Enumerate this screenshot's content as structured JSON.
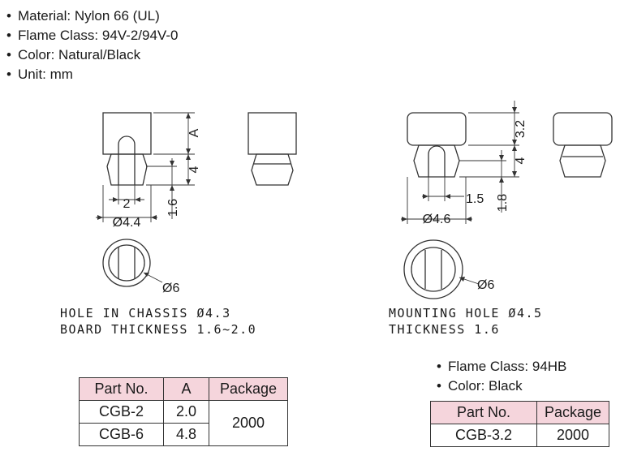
{
  "specs_left": [
    "Material: Nylon 66 (UL)",
    "Flame Class: 94V-2/94V-0",
    "Color: Natural/Black",
    "Unit: mm"
  ],
  "specs_right": [
    "Flame Class: 94HB",
    "Color: Black"
  ],
  "dims_left": {
    "a": "A",
    "four": "4",
    "two": "2",
    "one_six": "1.6",
    "dia_4_4": "Ø4.4",
    "dia_6": "Ø6"
  },
  "dims_right": {
    "three_two": "3.2",
    "four": "4",
    "one_five": "1.5",
    "one_eight": "1.8",
    "dia_4_6": "Ø4.6",
    "dia_6": "Ø6"
  },
  "note_left": {
    "line1": "HOLE IN CHASSIS Ø4.3",
    "line2": "BOARD THICKNESS 1.6~2.0"
  },
  "note_right": {
    "line1": "MOUNTING HOLE Ø4.5",
    "line2": "THICKNESS 1.6"
  },
  "table_left": {
    "headers": [
      "Part No.",
      "A",
      "Package"
    ],
    "rows": [
      [
        "CGB-2",
        "2.0"
      ],
      [
        "CGB-6",
        "4.8"
      ]
    ],
    "package": "2000"
  },
  "table_right": {
    "headers": [
      "Part No.",
      "Package"
    ],
    "rows": [
      [
        "CGB-3.2",
        "2000"
      ]
    ]
  },
  "colors": {
    "header_fill": "#f5d5dc",
    "line": "#333333"
  }
}
